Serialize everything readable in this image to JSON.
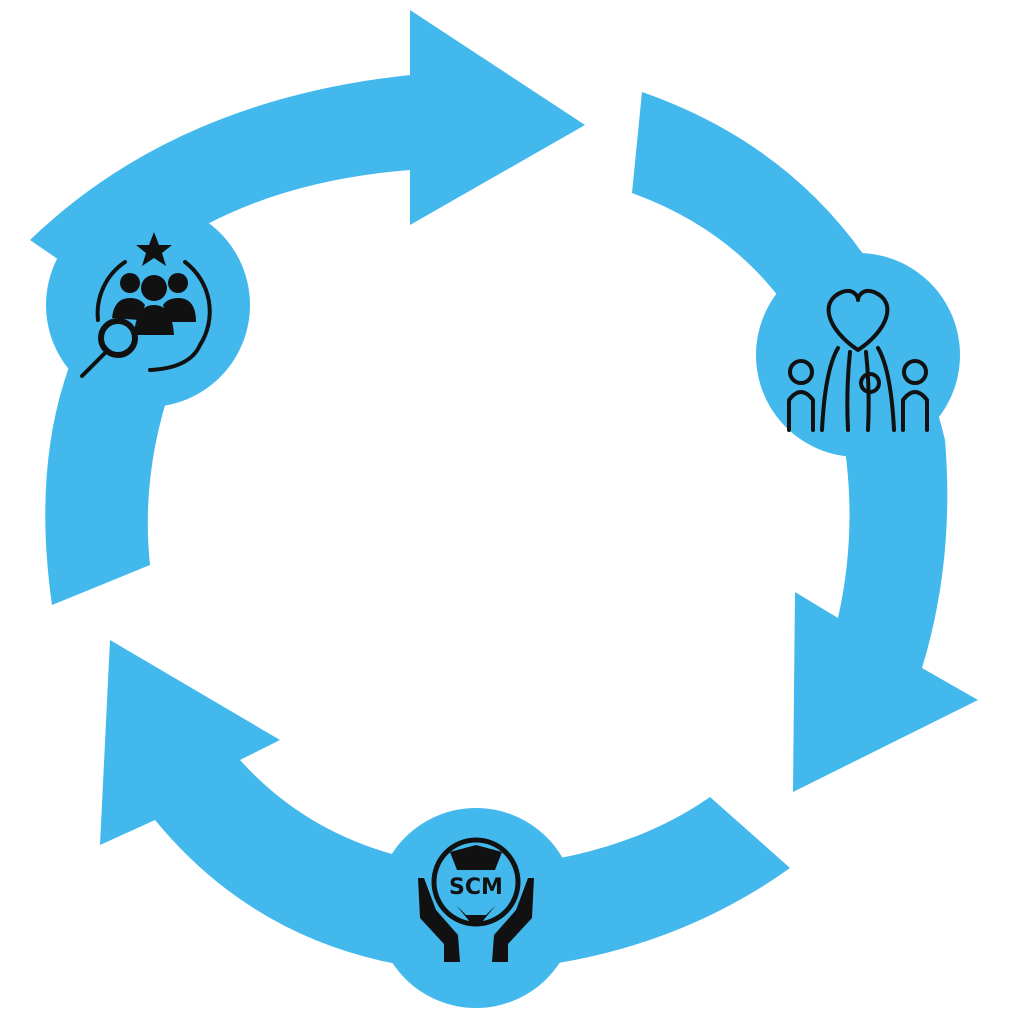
{
  "colors": {
    "accent": "#42b8ec",
    "icon": "#111111",
    "background": "#ffffff"
  },
  "diagram": {
    "type": "cycle",
    "arrow_count": 3,
    "direction": "clockwise",
    "nodes": [
      {
        "id": "talent-search",
        "icon": "team-search-icon",
        "label": ""
      },
      {
        "id": "community-love",
        "icon": "community-heart-icon",
        "label": ""
      },
      {
        "id": "scm-care",
        "icon": "hands-holding-globe-icon",
        "label": "SCM"
      }
    ]
  }
}
